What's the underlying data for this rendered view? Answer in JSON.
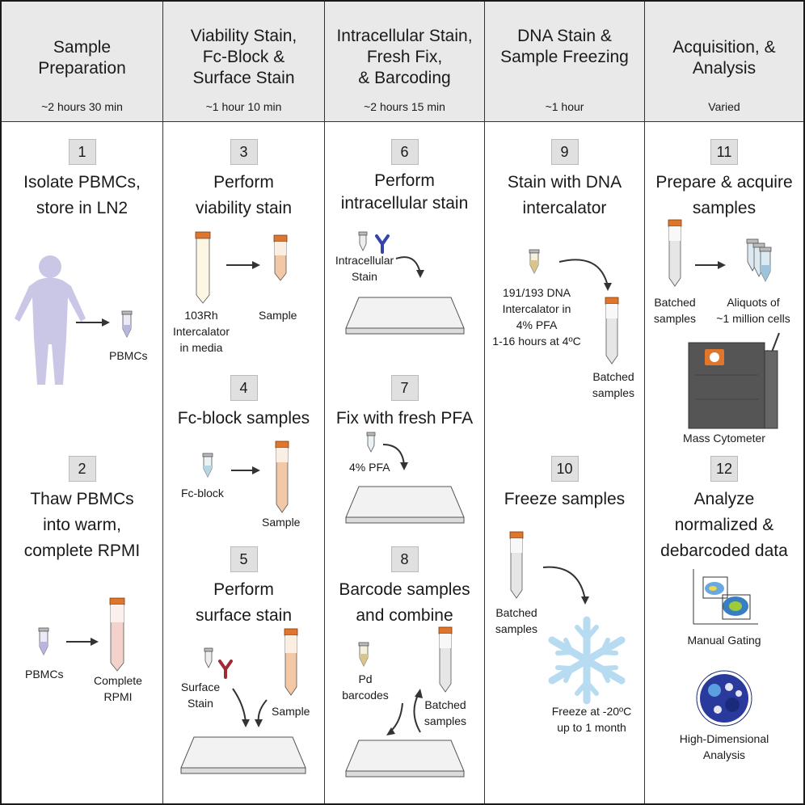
{
  "columns": [
    {
      "title_lines": [
        "Sample",
        "Preparation"
      ],
      "duration": "~2 hours 30 min",
      "steps": [
        {
          "number": "1",
          "title_lines": [
            "Isolate PBMCs,",
            "store in LN2"
          ],
          "labels": [
            "PBMCs"
          ]
        },
        {
          "number": "2",
          "title_lines": [
            "Thaw PBMCs",
            "into warm,",
            "complete RPMI"
          ],
          "labels": [
            "PBMCs",
            "Complete",
            "RPMI"
          ]
        }
      ]
    },
    {
      "title_lines": [
        "Viability Stain,",
        "Fc-Block &",
        "Surface Stain"
      ],
      "duration": "~1 hour 10 min",
      "steps": [
        {
          "number": "3",
          "title_lines": [
            "Perform",
            "viability stain"
          ],
          "labels": [
            "103Rh",
            "Intercalator",
            "in media",
            "Sample"
          ]
        },
        {
          "number": "4",
          "title_lines": [
            "Fc-block samples"
          ],
          "labels": [
            "Fc-block",
            "Sample"
          ]
        },
        {
          "number": "5",
          "title_lines": [
            "Perform",
            "surface stain"
          ],
          "labels": [
            "Surface",
            "Stain",
            "Sample"
          ]
        }
      ]
    },
    {
      "title_lines": [
        "Intracellular Stain,",
        "Fresh Fix,",
        "& Barcoding"
      ],
      "duration": "~2 hours 15 min",
      "steps": [
        {
          "number": "6",
          "title_lines": [
            "Perform",
            "intracellular stain"
          ],
          "labels": [
            "Intracellular",
            "Stain"
          ]
        },
        {
          "number": "7",
          "title_lines": [
            "Fix with fresh PFA"
          ],
          "labels": [
            "4% PFA"
          ]
        },
        {
          "number": "8",
          "title_lines": [
            "Barcode samples",
            "and combine"
          ],
          "labels": [
            "Pd",
            "barcodes",
            "Batched",
            "samples"
          ]
        }
      ]
    },
    {
      "title_lines": [
        "DNA Stain &",
        "Sample Freezing"
      ],
      "duration": "~1 hour",
      "steps": [
        {
          "number": "9",
          "title_lines": [
            "Stain with DNA",
            "intercalator"
          ],
          "labels": [
            "191/193 DNA",
            "Intercalator in",
            "4% PFA",
            "1-16 hours at 4ºC",
            "Batched",
            "samples"
          ]
        },
        {
          "number": "10",
          "title_lines": [
            "Freeze samples"
          ],
          "labels": [
            "Batched",
            "samples",
            "Freeze at -20ºC",
            "up to 1 month"
          ]
        }
      ]
    },
    {
      "title_lines": [
        "Acquisition, &",
        "Analysis"
      ],
      "duration": "Varied",
      "steps": [
        {
          "number": "11",
          "title_lines": [
            "Prepare & acquire",
            "samples"
          ],
          "labels": [
            "Batched",
            "samples",
            "Aliquots of",
            "~1 million cells",
            "Mass Cytometer"
          ]
        },
        {
          "number": "12",
          "title_lines": [
            "Analyze",
            "normalized &",
            "debarcoded data"
          ],
          "labels": [
            "Manual Gating",
            "High-Dimensional",
            "Analysis"
          ]
        }
      ]
    }
  ],
  "colors": {
    "header_bg": "#e9e9e9",
    "cap_orange": "#e0762c",
    "silhouette": "#c9c6e6",
    "antibody_blue": "#3344aa",
    "antibody_red": "#a02a32",
    "snowflake": "#b7dcf2",
    "cytometer": "#555555"
  }
}
